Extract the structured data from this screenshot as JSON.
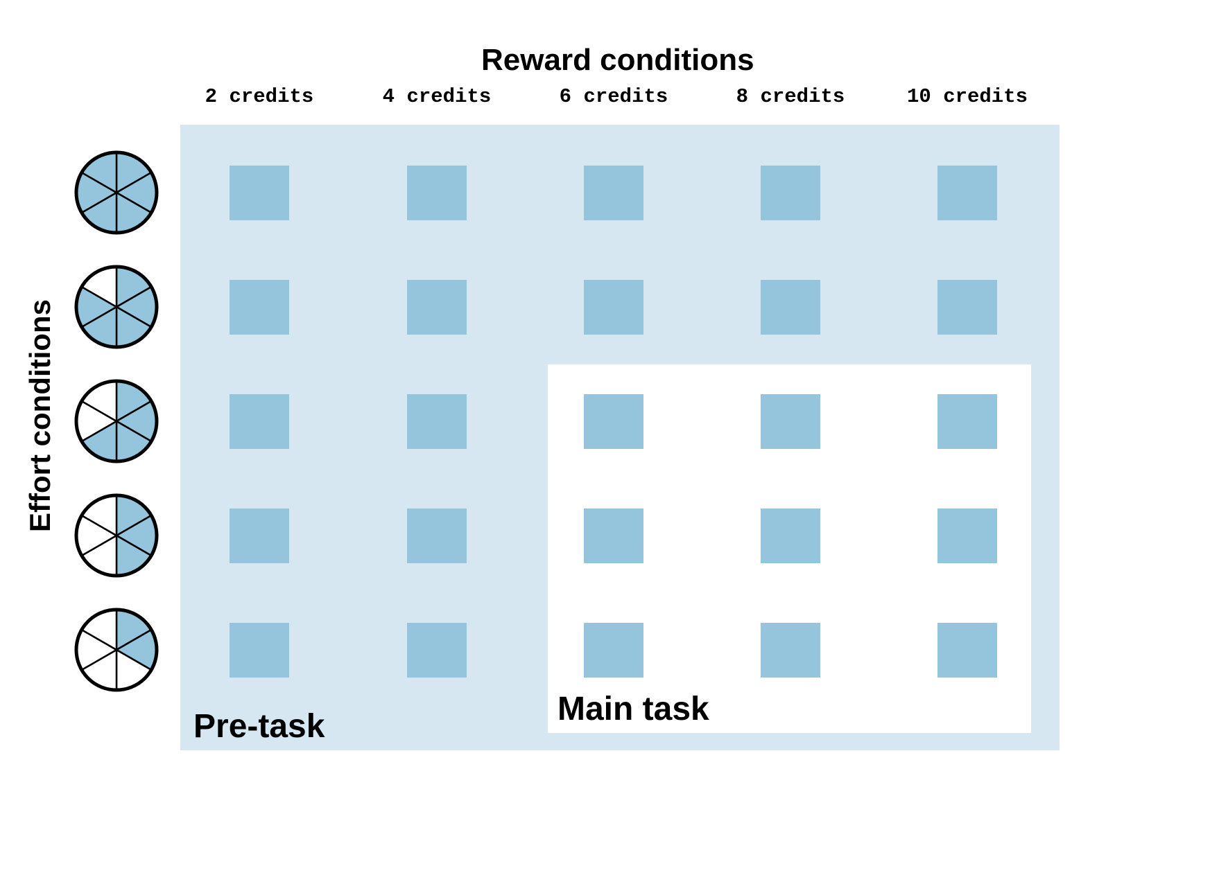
{
  "diagram": {
    "title": "Reward conditions",
    "y_axis_title": "Effort conditions",
    "reward_conditions": [
      "2 credits",
      "4 credits",
      "6 credits",
      "8 credits",
      "10 credits"
    ],
    "effort_conditions_filled_sixths": [
      6,
      5,
      4,
      3,
      2
    ],
    "regions": {
      "pretask_label": "Pre-task",
      "main_task_label": "Main task"
    },
    "colors": {
      "pretask_background": "#d6e7f2",
      "cell": "#94c5dd",
      "pie_fill": "#94c5dd",
      "outline": "#000000"
    }
  }
}
